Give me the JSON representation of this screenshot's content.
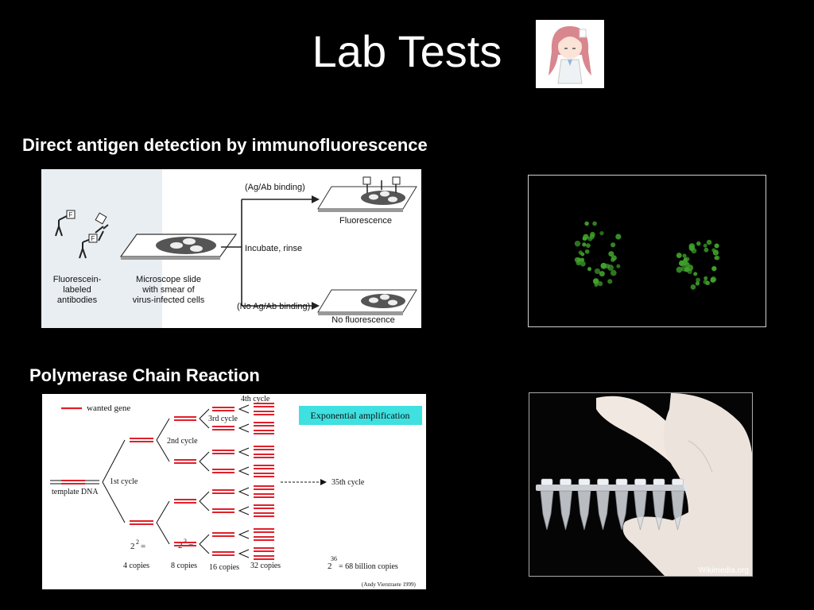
{
  "slide": {
    "title": "Lab Tests",
    "avatar_icon": "anime-girl-icon"
  },
  "section1": {
    "heading": "Direct antigen detection by immunofluorescence",
    "diagram": {
      "label_antibodies": [
        "Fluorescein-",
        "labeled",
        "antibodies"
      ],
      "label_slide": [
        "Microscope slide",
        "with smear of",
        "virus-infected cells"
      ],
      "label_incubate": "Incubate, rinse",
      "label_binding": "(Ag/Ab binding)",
      "label_fluorescence": "Fluorescence",
      "label_no_binding": "(No Ag/Ab binding)",
      "label_no_fluorescence": "No fluorescence",
      "tag": "F"
    }
  },
  "section2": {
    "heading": "Polymerase Chain Reaction",
    "diagram": {
      "legend": "wanted gene",
      "template": "template DNA",
      "cycle1": "1st cycle",
      "cycle2": "2nd cycle",
      "cycle3": "3rd cycle",
      "cycle4": "4th cycle",
      "cycle35": "35th cycle",
      "exp_label": "Exponential amplification",
      "c4_base": "2",
      "c4_exp": "2",
      "c4_eq": "=",
      "copies4": "4 copies",
      "c8_base": "2",
      "c8_exp": "3",
      "c8_eq": "=",
      "copies8": "8 copies",
      "copies16": "16 copies",
      "copies32": "32 copies",
      "big_base": "2",
      "big_exp": "36",
      "big_rest": "= 68 billion copies",
      "credit": "(Andy Vierstraete 1999)"
    },
    "photo_credit": "Wikimedia.org"
  },
  "colors": {
    "background": "#000000",
    "gene_red": "#e0202a",
    "fluor_green": "#3fa12a",
    "exp_box": "#3fe0e0"
  }
}
